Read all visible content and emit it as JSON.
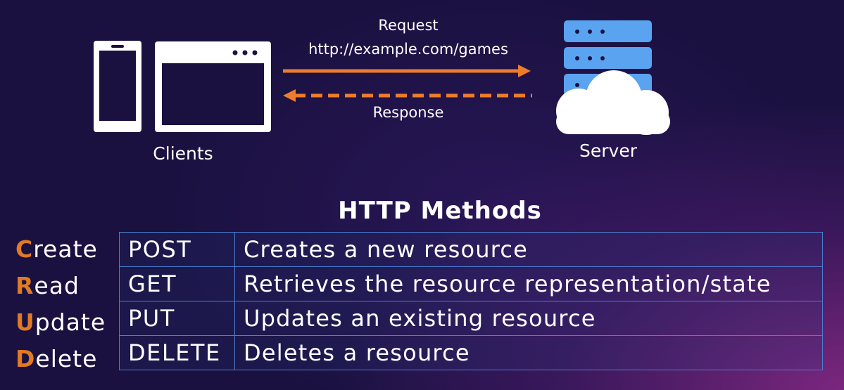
{
  "diagram": {
    "request_label": "Request",
    "request_url": "http://example.com/games",
    "response_label": "Response",
    "clients_label": "Clients",
    "server_label": "Server",
    "arrow_color": "#ef7c2b",
    "server_color": "#5aa3f0"
  },
  "methods": {
    "title": "HTTP Methods",
    "rows": [
      {
        "initial": "C",
        "rest": "reate",
        "method": "POST",
        "description": "Creates a new resource"
      },
      {
        "initial": "R",
        "rest": "ead",
        "method": "GET",
        "description": "Retrieves the resource representation/state"
      },
      {
        "initial": "U",
        "rest": "pdate",
        "method": "PUT",
        "description": "Updates an existing resource"
      },
      {
        "initial": "D",
        "rest": "elete",
        "method": "DELETE",
        "description": "Deletes a resource"
      }
    ],
    "accent_color": "#e07a24",
    "border_color": "#4a7fd0"
  }
}
